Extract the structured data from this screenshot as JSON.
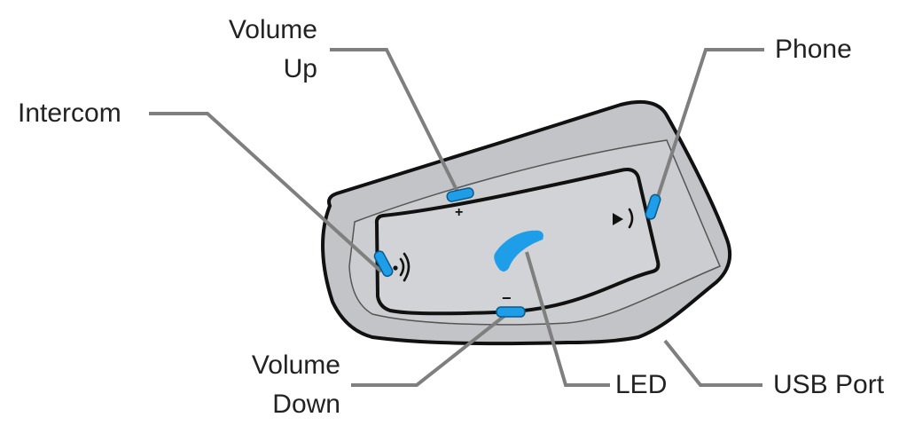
{
  "labels": {
    "volume_up": [
      "Volume",
      "Up"
    ],
    "intercom": "Intercom",
    "phone": "Phone",
    "volume_down": [
      "Volume",
      "Down"
    ],
    "led": "LED",
    "usb_port": "USB Port"
  },
  "button_symbols": {
    "plus": "+",
    "minus": "−"
  },
  "icons": [
    "intercom-waves-icon",
    "phone-play-icon",
    "logo-icon"
  ],
  "colors": {
    "device_body": "#c2c4c7",
    "device_face": "#cfd1d4",
    "outline": "#111111",
    "leader_line": "#7f7f7f",
    "button_accent": "#1e9ee8"
  }
}
